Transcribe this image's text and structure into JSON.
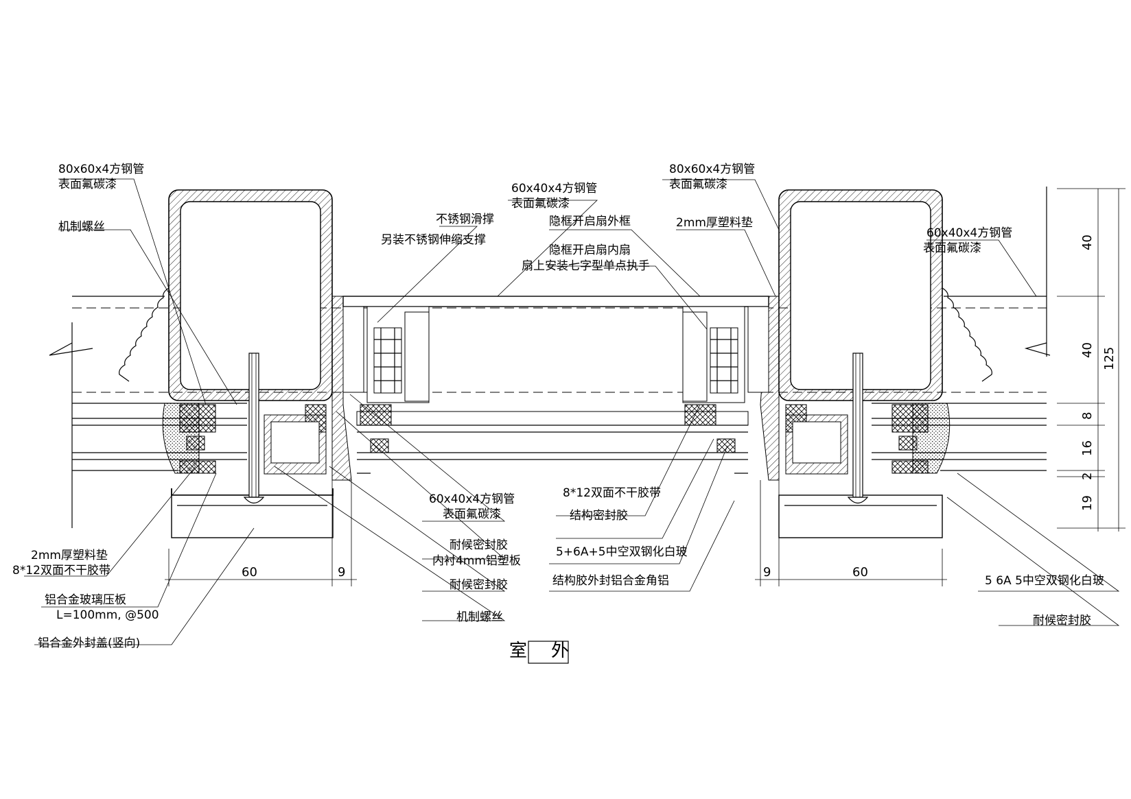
{
  "labels": {
    "steel_tube_left_1": "80x60x4方钢管",
    "steel_tube_left_2": "表面氟碳漆",
    "machine_screw_top": "机制螺丝",
    "center_tube_1": "60x40x4方钢管",
    "center_tube_2": "表面氟碳漆",
    "stainless_1": "不锈钢滑撑",
    "stainless_2": "另装不锈钢伸缩支撑",
    "outer_frame": "隐框开启扇外框",
    "inner_sash_1": "隐框开启扇内扇",
    "inner_sash_2": "扇上安装七字型单点执手",
    "steel_tube_right_1": "80x60x4方钢管",
    "steel_tube_right_2": "表面氟碳漆",
    "plastic_pad_right": "2mm厚塑料垫",
    "tube_far_right_1": "60x40x4方钢管",
    "tube_far_right_2": "表面氟碳漆",
    "plastic_pad_left_1": "2mm厚塑料垫",
    "plastic_pad_left_2": "8*12双面不干胶带",
    "pressure_plate_1": "铝合金玻璃压板",
    "pressure_plate_2": "L=100mm, @500",
    "cover_cap": "铝合金外封盖(竖向)",
    "bottom_tube_1": "60x40x4方钢管",
    "bottom_tube_2": "表面氟碳漆",
    "weather_seal_1": "耐候密封胶",
    "weather_seal_2": "内衬4mm铝塑板",
    "weather_seal_3": "耐候密封胶",
    "machine_screw_bottom": "机制螺丝",
    "tape_center": "8*12双面不干胶带",
    "struct_sealant": "结构密封胶",
    "glass_center": "5+6A+5中空双钢化白玻",
    "struct_corner": "结构胶外封铝合金角铝",
    "glass_right": "5 6A 5中空双钢化白玻",
    "weather_seal_right": "耐候密封胶",
    "indoor_outdoor_left": "室",
    "indoor_outdoor_right": "外"
  },
  "dimensions": {
    "width_left": "60",
    "gap_left": "9",
    "gap_right": "9",
    "width_right": "60",
    "v_40_top": "40",
    "v_40_mid": "40",
    "v_125": "125",
    "v_8": "8",
    "v_16": "16",
    "v_2": "2",
    "v_19": "19"
  }
}
